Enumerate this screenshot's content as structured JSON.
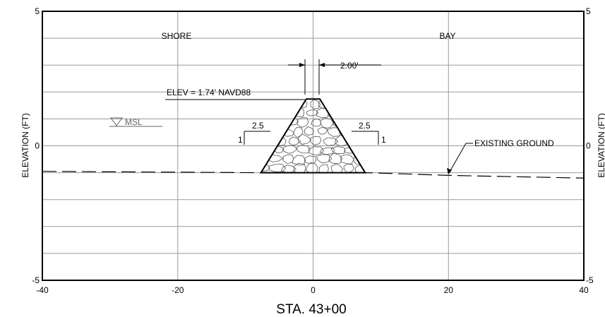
{
  "drawing": {
    "x_axis_label": "STA. 43+00",
    "y_axis_label": "ELEVATION (FT)",
    "y_axis_label_right": "ELEVATION (FT)",
    "x_ticks": [
      "-40",
      "-20",
      "0",
      "20",
      "40"
    ],
    "y_ticks_left": [
      "5",
      "0",
      "-5"
    ],
    "y_ticks_right": [
      "5",
      "0",
      "-5"
    ],
    "x_range": [
      -40,
      40
    ],
    "y_range": [
      -5,
      5
    ],
    "grid": true
  },
  "labels": {
    "shore": "SHORE",
    "bay": "BAY",
    "crest_width": "2.00'",
    "crest_elevation": "ELEV = 1.74' NAVD88",
    "msl": "MSL",
    "slope_left_run": "2.5",
    "slope_left_rise": "1",
    "slope_right_run": "2.5",
    "slope_right_rise": "1",
    "existing_ground": "EXISTING GROUND"
  },
  "section": {
    "crest_elevation_ft": 1.74,
    "crest_width_ft": 2.0,
    "side_slope_h_to_v": 2.5,
    "toe_left_station_ft": -7.7,
    "toe_right_station_ft": 7.7,
    "toe_elevation_ft": -1.0,
    "msl_elevation_ft": 0.85
  },
  "colors": {
    "line": "#000000",
    "grid": "#9a9a9a",
    "msl": "#666666",
    "riprap": "#555555"
  }
}
